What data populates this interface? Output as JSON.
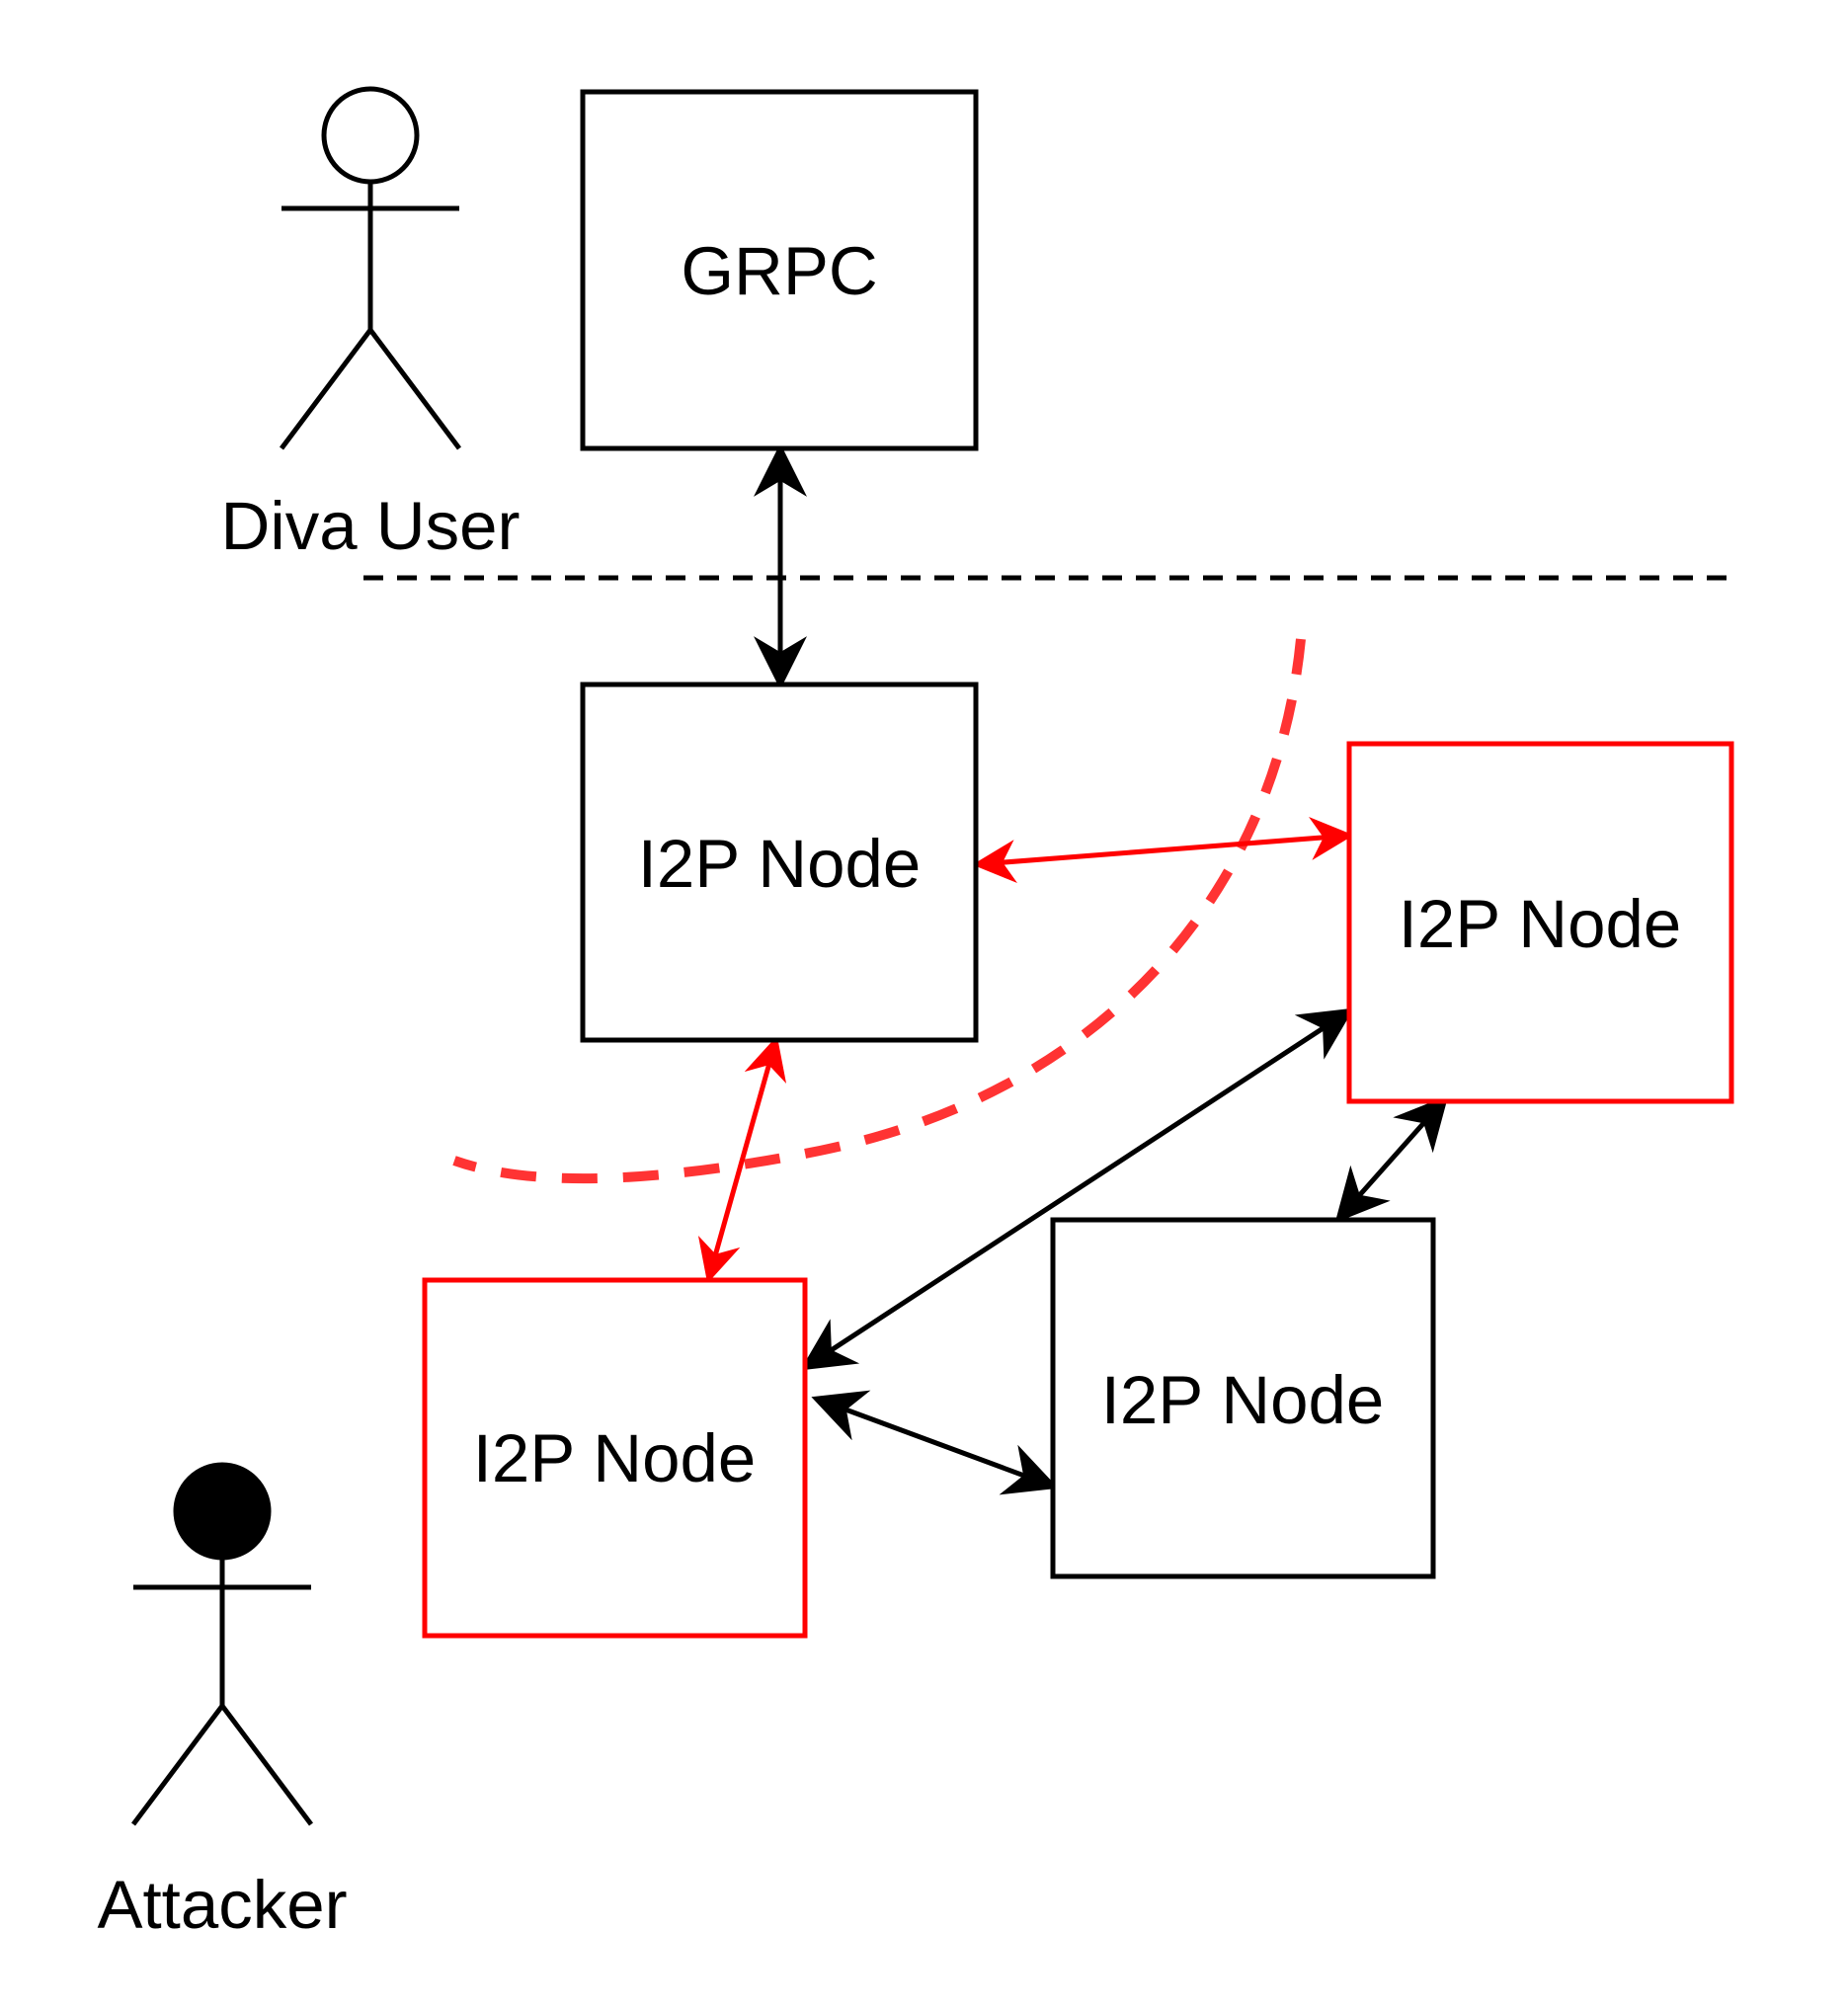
{
  "actors": {
    "diva_user": {
      "label": "Diva User"
    },
    "attacker": {
      "label": "Attacker"
    }
  },
  "nodes": {
    "grpc": {
      "label": "GRPC",
      "border_color": "#000000"
    },
    "node_user": {
      "label": "I2P Node",
      "border_color": "#000000"
    },
    "node_red_right": {
      "label": "I2P Node",
      "border_color": "#ff0000"
    },
    "node_red_left": {
      "label": "I2P Node",
      "border_color": "#ff0000"
    },
    "node_bottom": {
      "label": "I2P Node",
      "border_color": "#000000"
    }
  },
  "connections": [
    {
      "from": "grpc",
      "to": "node_user",
      "color": "#000000",
      "directed": "both"
    },
    {
      "from": "node_user",
      "to": "node_red_right",
      "color": "#ff0000",
      "directed": "both"
    },
    {
      "from": "node_user",
      "to": "node_red_left",
      "color": "#ff0000",
      "directed": "both"
    },
    {
      "from": "node_red_right",
      "to": "node_red_left",
      "color": "#000000",
      "directed": "both"
    },
    {
      "from": "node_red_right",
      "to": "node_bottom",
      "color": "#000000",
      "directed": "both"
    },
    {
      "from": "node_red_left",
      "to": "node_bottom",
      "color": "#000000",
      "directed": "both"
    }
  ],
  "colors": {
    "compromised": "#ff0000",
    "boundary_curve": "#ff3333",
    "default": "#000000"
  }
}
